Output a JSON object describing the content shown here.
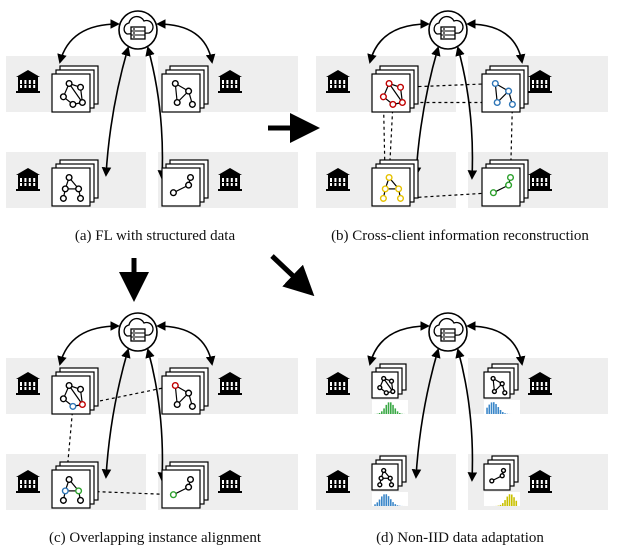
{
  "captions": {
    "a": "(a) FL with structured data",
    "b": "(b) Cross-client information reconstruction",
    "c": "(c) Overlapping instance alignment",
    "d": "(d) Non-IID data adaptation"
  },
  "icons": {
    "server": "cloud-server-icon",
    "client": "school-building-icon",
    "graph": "graph-stack-icon",
    "histogram": "distribution-histogram-icon",
    "transition": "thick-arrow-icon"
  },
  "colors": {
    "panel_bg": "#eeeeee",
    "red": "#c00000",
    "blue": "#2e75b6",
    "yellow": "#e6c200",
    "green": "#2ca02c",
    "hist_green": "#3aa845",
    "hist_blue": "#3a86c8",
    "hist_yellow": "#c8c000"
  }
}
